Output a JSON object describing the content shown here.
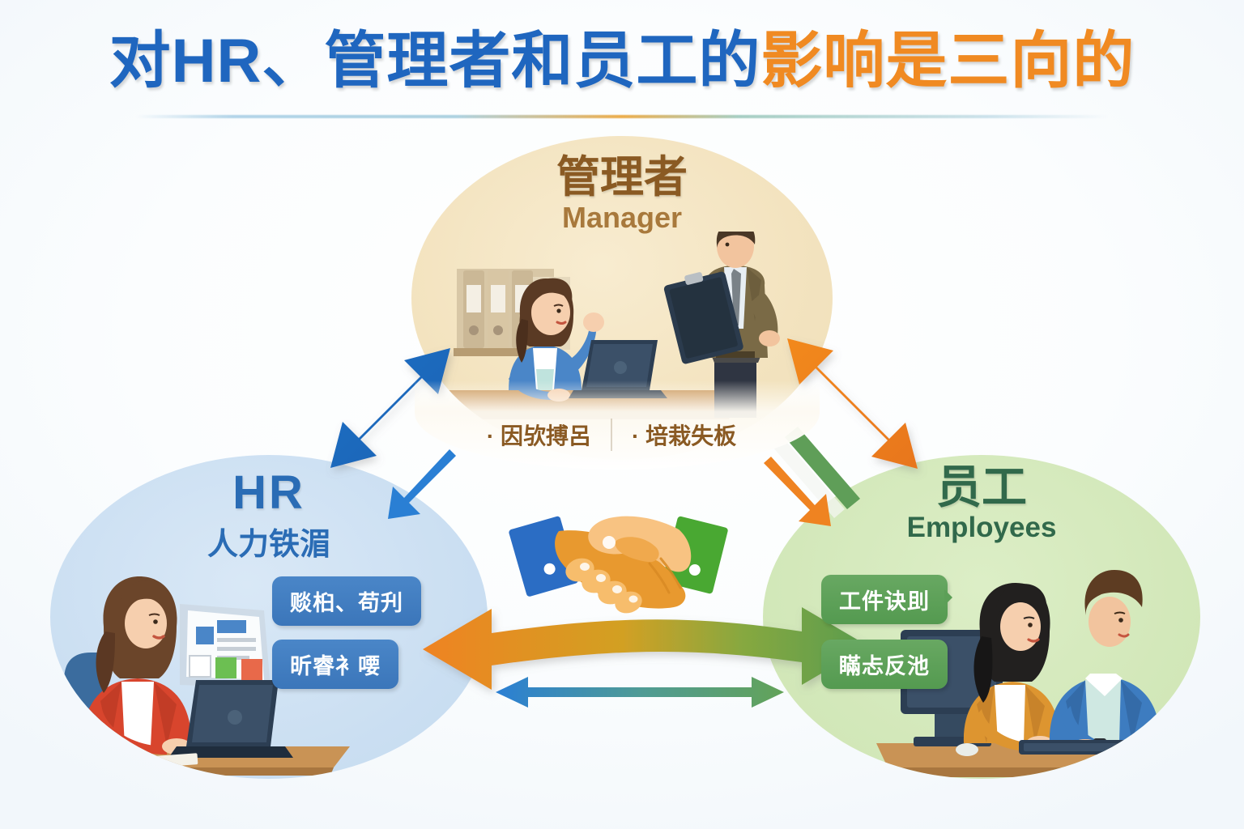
{
  "title": {
    "blue_part": "对HR、管理者和员工的",
    "orange_part": "影响是三向的",
    "full": "对HR、管理者和员工的影响是三向的"
  },
  "nodes": {
    "manager": {
      "label_cn": "管理者",
      "label_en": "Manager",
      "color": "#8a5a23",
      "bg": "#f3e3bf"
    },
    "hr": {
      "label_cn": "HR",
      "label_sub": "人力铁湄",
      "color": "#2a6cb5",
      "bg": "#cbdff2",
      "pills": [
        "赕桕、苟刋",
        "昕睿衤喓"
      ]
    },
    "employees": {
      "label_cn": "员工",
      "label_en": "Employees",
      "color": "#31694b",
      "bg": "#d3e8ba",
      "pills": [
        "工件诀刞",
        "瞞忐反池"
      ]
    }
  },
  "center": {
    "notes": [
      "· 因欤搏呂",
      "· 培栽失板"
    ],
    "icon": "handshake-icon"
  },
  "arrows": [
    {
      "name": "hr-manager-arrow",
      "style": "double",
      "color": "#1f6fc4"
    },
    {
      "name": "hr-manager-thin-arrow",
      "style": "single",
      "color": "#2a7fd4"
    },
    {
      "name": "manager-employee-arrow",
      "style": "double",
      "color": "#ef8321"
    },
    {
      "name": "manager-employee-thin-arrow",
      "style": "single",
      "color": "#ef8321"
    },
    {
      "name": "manager-employee-green-stripe",
      "style": "bar",
      "color": "#5f9e58"
    },
    {
      "name": "hr-employee-arrow",
      "style": "double",
      "color_start": "#ef8321",
      "color_end": "#5f9e58"
    },
    {
      "name": "hr-employee-thin-arrow",
      "style": "double",
      "color_start": "#2a7fd4",
      "color_end": "#5f9e58"
    }
  ],
  "colors": {
    "accent_blue": "#1f66bf",
    "accent_orange": "#f08a22",
    "accent_green": "#5f9e58",
    "accent_brown": "#8a5a23",
    "background": "#f7fbfd"
  }
}
